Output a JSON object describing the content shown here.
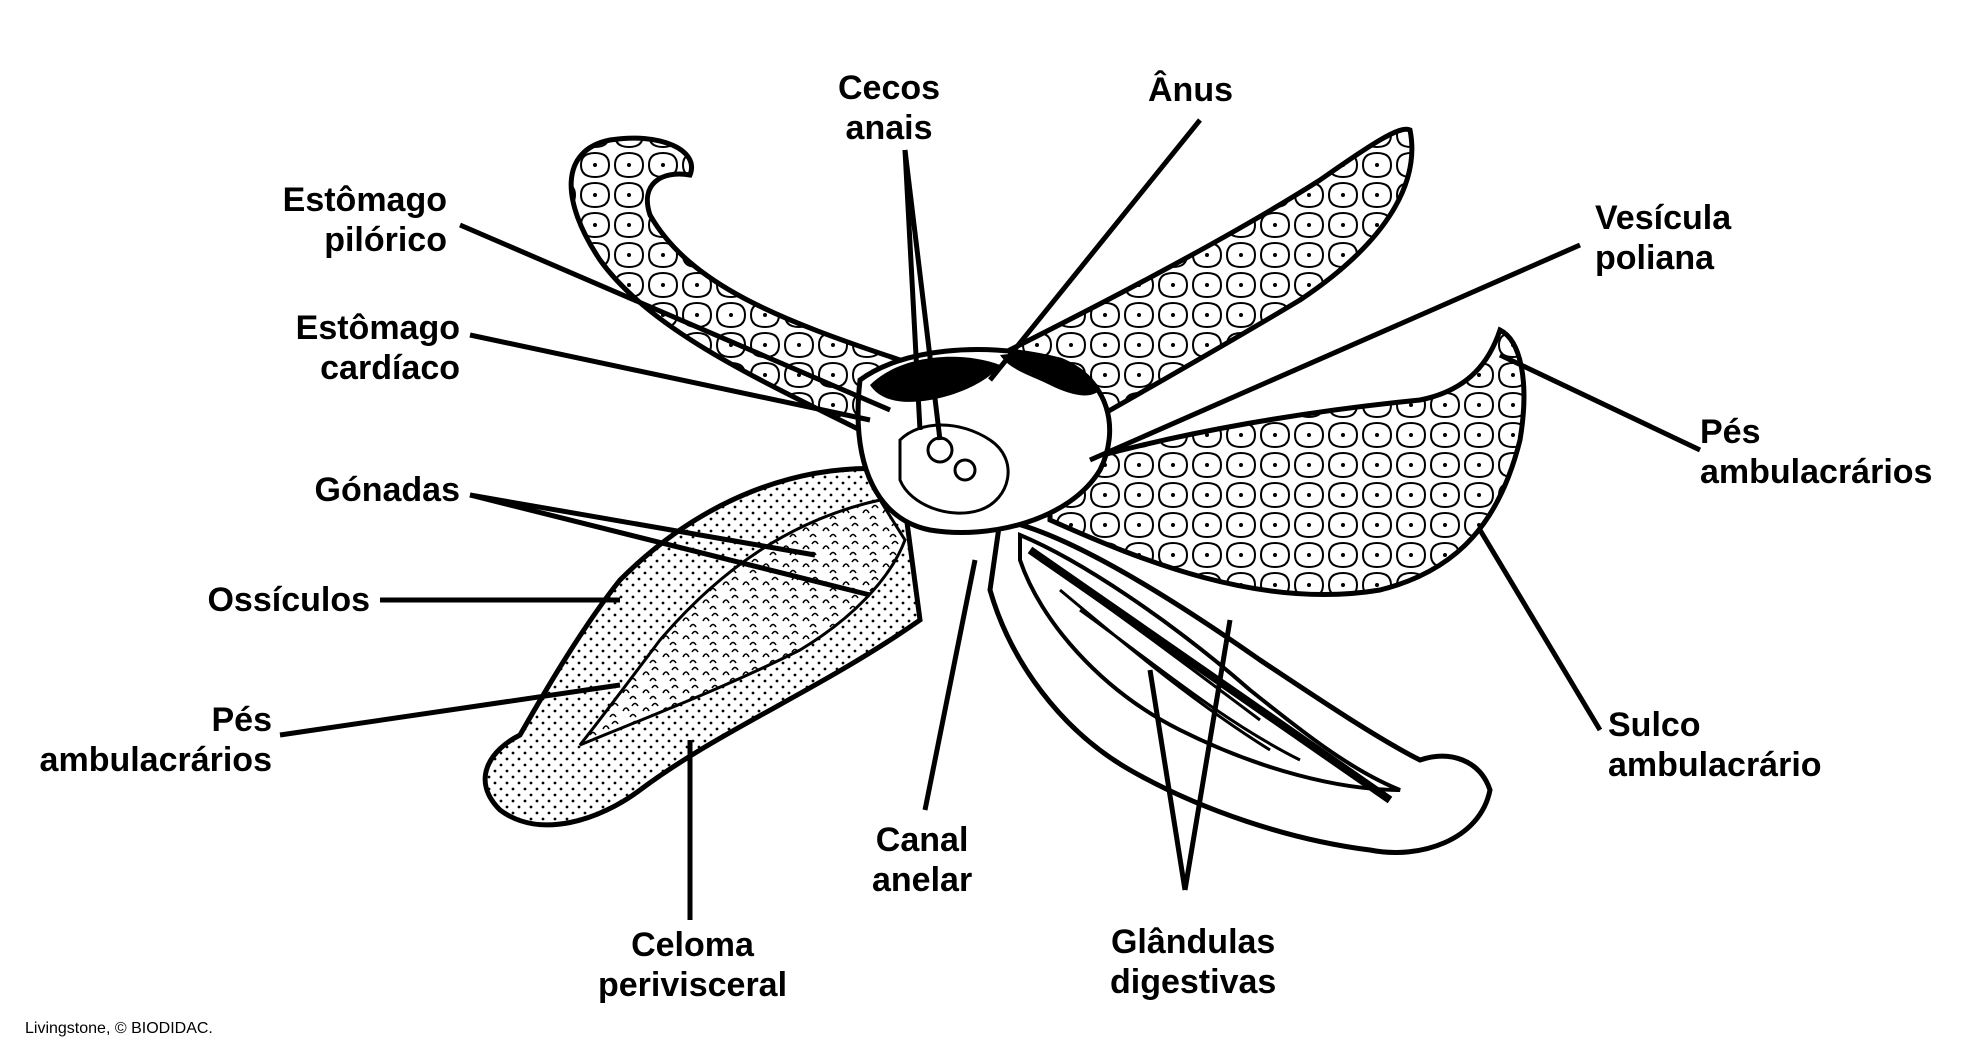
{
  "labels": {
    "cecos_anais": [
      "Cecos",
      "anais"
    ],
    "anus": [
      "Ânus"
    ],
    "estomago_pilorico": [
      "Estômago",
      "pilórico"
    ],
    "estomago_cardiaco": [
      "Estômago",
      "cardíaco"
    ],
    "vesicula_poliana": [
      "Vesícula",
      "poliana"
    ],
    "pes_ambulacrarios_right": [
      "Pés",
      "ambulacrários"
    ],
    "gonadas": [
      "Gónadas"
    ],
    "ossiculos": [
      "Ossículos"
    ],
    "pes_ambulacrarios_left": [
      "Pés",
      "ambulacrários"
    ],
    "sulco_ambulacrario": [
      "Sulco",
      "ambulacrário"
    ],
    "canal_anelar": [
      "Canal",
      "anelar"
    ],
    "celoma_perivisceral": [
      "Celoma",
      "perivisceral"
    ],
    "glandulas_digestivas": [
      "Glândulas",
      "digestivas"
    ]
  },
  "credit": "Livingstone, © BIODIDAC.",
  "colors": {
    "ink": "#000000",
    "paper": "#ffffff"
  }
}
